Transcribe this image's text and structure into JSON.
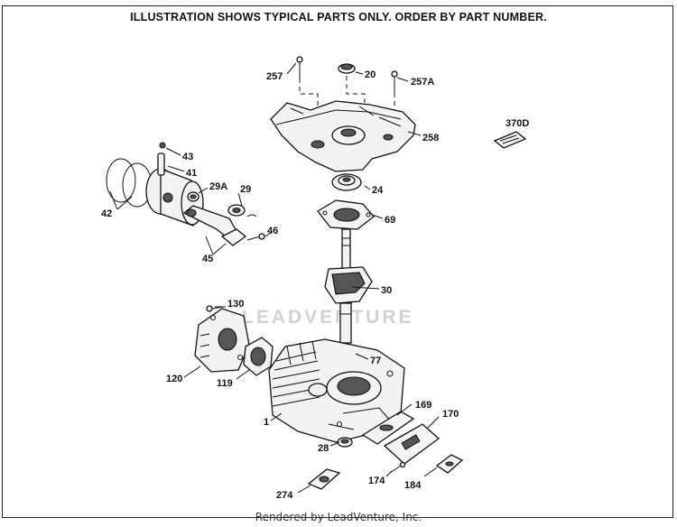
{
  "header": {
    "text": "ILLUSTRATION SHOWS TYPICAL PARTS ONLY. ORDER BY PART NUMBER."
  },
  "watermark": {
    "text": "LEADVENTURE"
  },
  "footer": {
    "text": "Rendered by LeadVenture, Inc."
  },
  "callouts": [
    {
      "id": "257",
      "label": "257"
    },
    {
      "id": "20",
      "label": "20"
    },
    {
      "id": "257A",
      "label": "257A"
    },
    {
      "id": "258",
      "label": "258"
    },
    {
      "id": "370D",
      "label": "370D"
    },
    {
      "id": "43",
      "label": "43"
    },
    {
      "id": "41",
      "label": "41"
    },
    {
      "id": "29A",
      "label": "29A"
    },
    {
      "id": "29",
      "label": "29"
    },
    {
      "id": "42",
      "label": "42"
    },
    {
      "id": "24",
      "label": "24"
    },
    {
      "id": "69",
      "label": "69"
    },
    {
      "id": "46",
      "label": "46"
    },
    {
      "id": "45",
      "label": "45"
    },
    {
      "id": "30",
      "label": "30"
    },
    {
      "id": "130",
      "label": "130"
    },
    {
      "id": "77",
      "label": "77"
    },
    {
      "id": "120",
      "label": "120"
    },
    {
      "id": "119",
      "label": "119"
    },
    {
      "id": "169",
      "label": "169"
    },
    {
      "id": "170",
      "label": "170"
    },
    {
      "id": "1",
      "label": "1"
    },
    {
      "id": "28",
      "label": "28"
    },
    {
      "id": "174",
      "label": "174"
    },
    {
      "id": "184",
      "label": "184"
    },
    {
      "id": "274",
      "label": "274"
    }
  ]
}
